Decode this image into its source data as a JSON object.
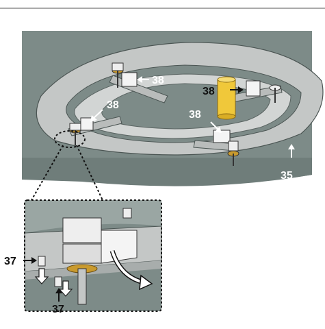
{
  "labels": {
    "bracket_a": "38",
    "bracket_b": "38",
    "bracket_c": "38",
    "bracket_d": "38",
    "ring": "35",
    "screw_side": "37",
    "screw_bottom": "37"
  },
  "colors": {
    "background": "#7d8b88",
    "ring_plate": "#c4c7c6",
    "inner_ring": "#d2d5d4",
    "brass": "#c99a2e",
    "yellow_post": "#f0c83a",
    "label_white": "#ffffff",
    "label_black": "#111111",
    "dotted_frame": "#111111"
  },
  "icons": [
    "arrow-icon",
    "curved-rotate-arrow-icon",
    "down-arrow-icon",
    "nut-icon",
    "screw-icon"
  ]
}
